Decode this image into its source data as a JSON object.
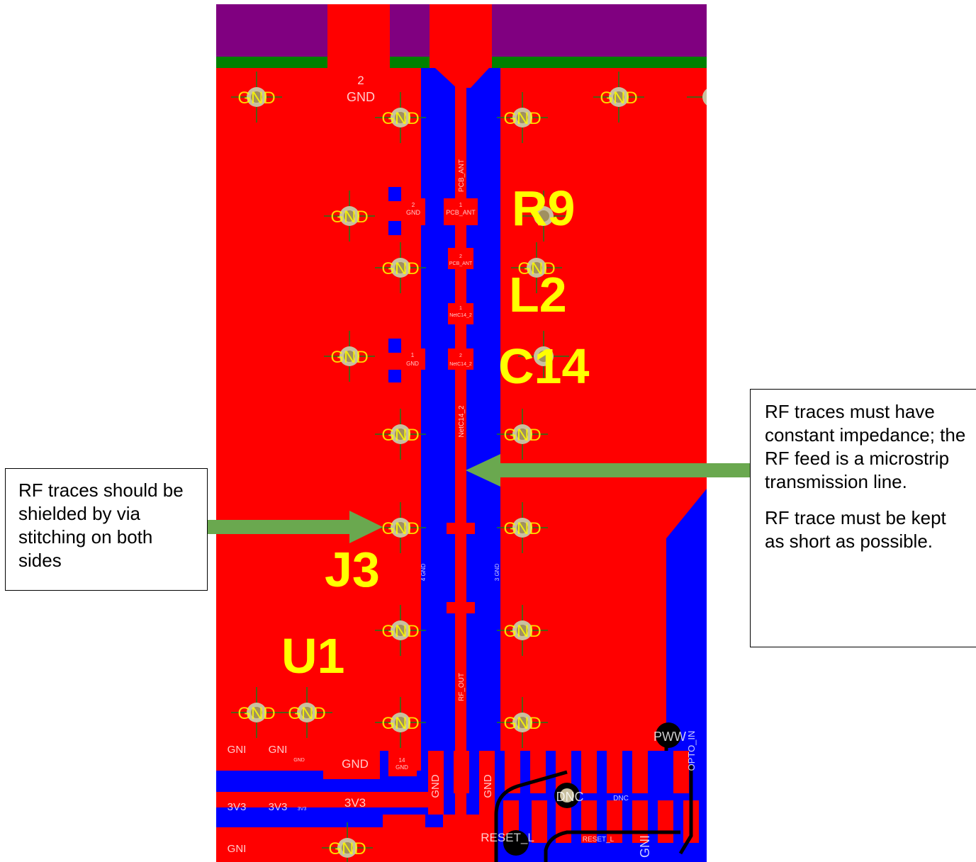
{
  "colors": {
    "board_red": "#ff0000",
    "trace_blue": "#0000ff",
    "silk_yellow": "#ffff00",
    "outline_purple": "#800080",
    "edge_green": "#008000",
    "arrow_green": "#6aa84f",
    "via_ring": "#c9c0a0",
    "black": "#000000"
  },
  "designators": {
    "r9": "R9",
    "l2": "L2",
    "c14": "C14",
    "j3": "J3",
    "u1": "U1"
  },
  "via_label": "GND",
  "pad_labels": {
    "j2_pin2_num": "2",
    "j2_pin2_net": "GND",
    "pcb_ant_trace": "PCB_ANT",
    "r9_p2_num": "2",
    "r9_p2_net": "GND",
    "r9_p1_num": "1",
    "r9_p1_net": "PCB_ANT",
    "l2_p2_num": "2",
    "l2_p2_net": "PCB_ANT",
    "l2_p1_num": "1",
    "l2_p1_net": "NetC14_2",
    "c14_p1_num": "1",
    "c14_p1_net": "GND",
    "c14_p2_num": "2",
    "c14_p2_net": "NetC14_2",
    "netc14_trace": "NetC14_2",
    "j3_p4": "4 GND",
    "j3_p3": "3 GND",
    "rf_out_trace": "RF_OUT",
    "gnd_pour": "GND",
    "three_v3_pour": "3V3",
    "pin14_num": "14",
    "pin14_net": "GND",
    "gnd_vert_left": "GND",
    "gnd_vert_right": "GND",
    "gnd_vert_bottom": "GNI",
    "pwr_label": "PWW",
    "opto": "OPTO_IN",
    "dnc_1": "DNC",
    "dnc_2": "DNC",
    "reset_1": "RESET_L",
    "reset_2": "RESET_L",
    "gni_1": "GNI",
    "gni_2": "GNI",
    "gni_3": "GNI",
    "gnd_small": "GND",
    "three_v3_small": "3V3",
    "three_v3_1": "3V3",
    "three_v3_2": "3V3"
  },
  "callouts": {
    "left": "RF traces should be shielded by via stitching on both sides",
    "right_1": "RF traces must have constant impedance; the RF feed is a microstrip transmission line.",
    "right_2": "RF trace must be kept as short as possible."
  }
}
